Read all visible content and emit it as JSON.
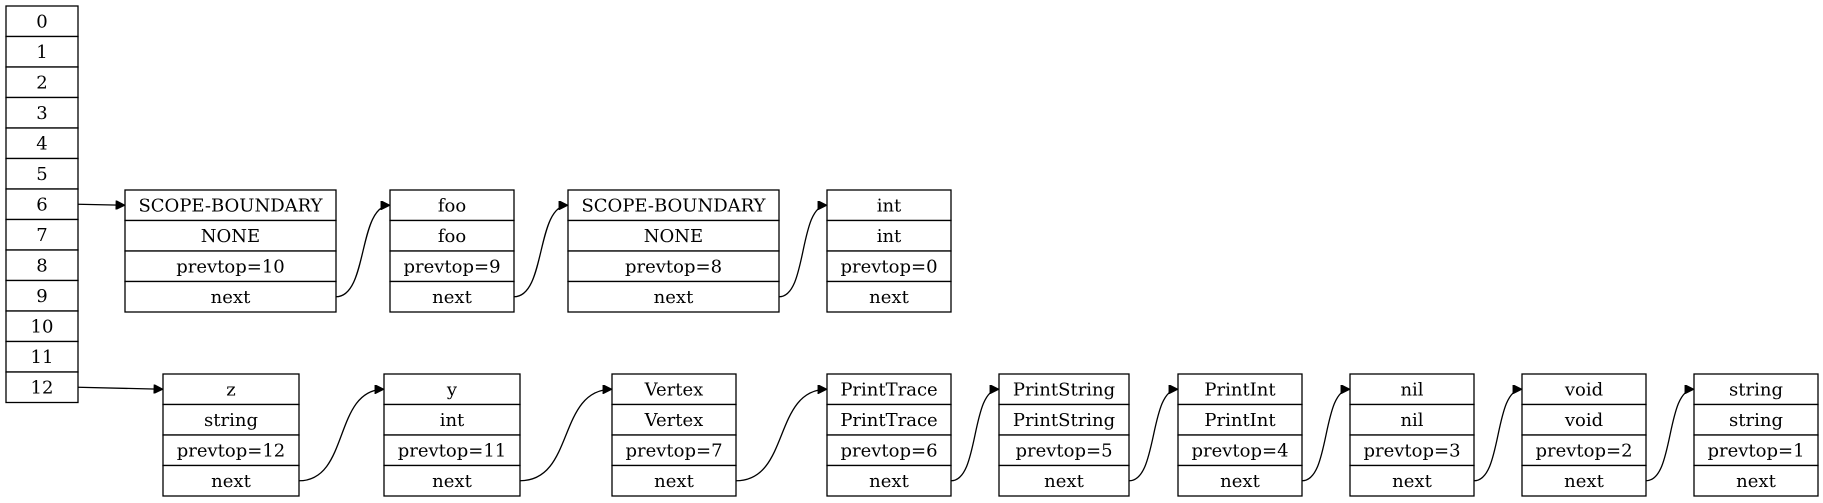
{
  "hash_table": {
    "slots": [
      "0",
      "1",
      "2",
      "3",
      "4",
      "5",
      "6",
      "7",
      "8",
      "9",
      "10",
      "11",
      "12"
    ]
  },
  "chains": [
    {
      "slot": "6",
      "nodes": [
        {
          "name": "SCOPE-BOUNDARY",
          "value": "NONE",
          "prevtop": "prevtop=10",
          "next": "next"
        },
        {
          "name": "foo",
          "value": "foo",
          "prevtop": "prevtop=9",
          "next": "next"
        },
        {
          "name": "SCOPE-BOUNDARY",
          "value": "NONE",
          "prevtop": "prevtop=8",
          "next": "next"
        },
        {
          "name": "int",
          "value": "int",
          "prevtop": "prevtop=0",
          "next": "next"
        }
      ]
    },
    {
      "slot": "12",
      "nodes": [
        {
          "name": "z",
          "value": "string",
          "prevtop": "prevtop=12",
          "next": "next"
        },
        {
          "name": "y",
          "value": "int",
          "prevtop": "prevtop=11",
          "next": "next"
        },
        {
          "name": "Vertex",
          "value": "Vertex",
          "prevtop": "prevtop=7",
          "next": "next"
        },
        {
          "name": "PrintTrace",
          "value": "PrintTrace",
          "prevtop": "prevtop=6",
          "next": "next"
        },
        {
          "name": "PrintString",
          "value": "PrintString",
          "prevtop": "prevtop=5",
          "next": "next"
        },
        {
          "name": "PrintInt",
          "value": "PrintInt",
          "prevtop": "prevtop=4",
          "next": "next"
        },
        {
          "name": "nil",
          "value": "nil",
          "prevtop": "prevtop=3",
          "next": "next"
        },
        {
          "name": "void",
          "value": "void",
          "prevtop": "prevtop=2",
          "next": "next"
        },
        {
          "name": "string",
          "value": "string",
          "prevtop": "prevtop=1",
          "next": "next"
        }
      ]
    }
  ]
}
